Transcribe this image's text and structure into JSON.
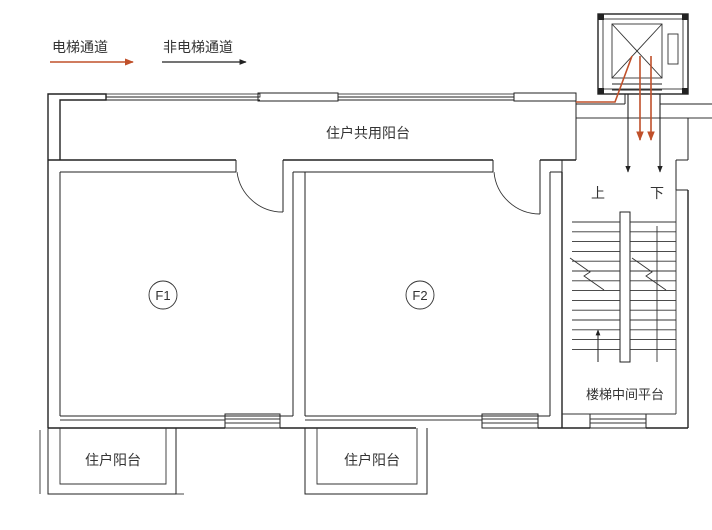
{
  "legend": {
    "elevator": {
      "label": "电梯通道",
      "color": "#c0502a"
    },
    "non_elevator": {
      "label": "非电梯通道",
      "color": "#222222"
    }
  },
  "labels": {
    "shared_balcony": "住户共用阳台",
    "stair_up": "上",
    "stair_down": "下",
    "unit_left": "F1",
    "unit_right": "F2",
    "landing": "楼梯中间平台",
    "balcony_left": "住户阳台",
    "balcony_right": "住户阳台"
  }
}
